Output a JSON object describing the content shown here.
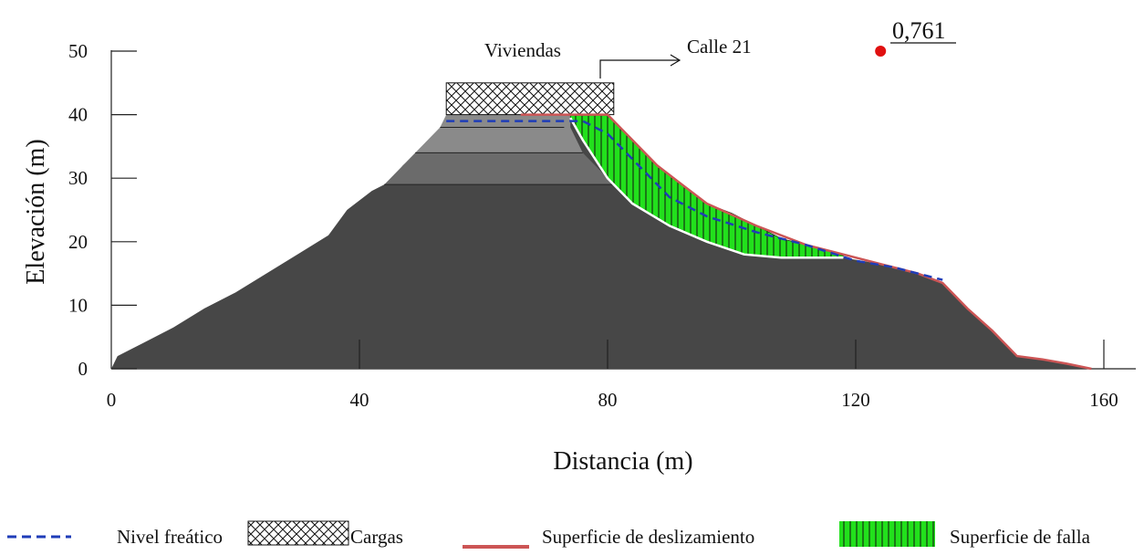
{
  "chart_data": {
    "type": "cross-section",
    "xlabel": "Distancia (m)",
    "ylabel": "Elevación (m)",
    "xlim": [
      0,
      160
    ],
    "ylim": [
      0,
      50
    ],
    "x_ticks": [
      "0",
      "40",
      "80",
      "120",
      "160"
    ],
    "y_ticks": [
      "0",
      "10",
      "20",
      "30",
      "40",
      "50"
    ],
    "annotations": {
      "viviendas": "Viviendas",
      "calle": "Calle 21",
      "safety_factor": "0,761"
    },
    "safety_factor_point": {
      "x": 124,
      "y": 50,
      "label": "0,761"
    },
    "terrain_profile": [
      [
        0,
        0
      ],
      [
        1,
        2
      ],
      [
        5,
        4
      ],
      [
        10,
        6.5
      ],
      [
        15,
        9.5
      ],
      [
        20,
        12
      ],
      [
        25,
        15
      ],
      [
        30,
        18
      ],
      [
        35,
        21
      ],
      [
        38,
        25
      ],
      [
        42,
        28
      ],
      [
        45,
        29.5
      ],
      [
        47,
        32
      ],
      [
        50,
        34.5
      ],
      [
        54,
        38.5
      ],
      [
        54,
        40
      ],
      [
        80,
        40
      ],
      [
        84,
        36
      ],
      [
        88,
        32
      ],
      [
        92,
        28
      ],
      [
        96,
        26
      ],
      [
        100,
        24.5
      ],
      [
        104,
        22.5
      ],
      [
        108,
        20.5
      ],
      [
        112,
        19.5
      ],
      [
        118,
        17.5
      ],
      [
        124,
        16.5
      ],
      [
        130,
        15
      ],
      [
        134,
        13.5
      ],
      [
        138,
        9.5
      ],
      [
        142,
        6
      ],
      [
        146,
        2
      ],
      [
        150,
        1.5
      ],
      [
        154,
        0.8
      ],
      [
        158,
        0
      ]
    ],
    "strata_lines": [
      {
        "x0": 53,
        "x1": 73,
        "y": 38
      },
      {
        "x0": 49,
        "x1": 76,
        "y": 34
      },
      {
        "x0": 44,
        "x1": 81,
        "y": 29
      }
    ],
    "failure_surface": [
      [
        74,
        39.5
      ],
      [
        76,
        36
      ],
      [
        80,
        30
      ],
      [
        84,
        26
      ],
      [
        90,
        22.5
      ],
      [
        96,
        20
      ],
      [
        102,
        18
      ],
      [
        108,
        17.5
      ],
      [
        114,
        17.5
      ],
      [
        118,
        17.5
      ]
    ],
    "water_table": [
      [
        54,
        39
      ],
      [
        76,
        39
      ],
      [
        80,
        37
      ],
      [
        84,
        33
      ],
      [
        90,
        27
      ],
      [
        96,
        24
      ],
      [
        104,
        21.5
      ],
      [
        112,
        19.5
      ],
      [
        120,
        17
      ],
      [
        126,
        16
      ],
      [
        134,
        14
      ]
    ],
    "slip_surface": [
      [
        66,
        40
      ],
      [
        80,
        40
      ],
      [
        84,
        36
      ],
      [
        88,
        32
      ],
      [
        92,
        29
      ],
      [
        96,
        26
      ],
      [
        104,
        22.5
      ],
      [
        112,
        19.5
      ],
      [
        118,
        18
      ],
      [
        124,
        16.5
      ],
      [
        130,
        15
      ],
      [
        134,
        13.5
      ],
      [
        138,
        9.5
      ],
      [
        142,
        6
      ],
      [
        146,
        2
      ],
      [
        150,
        1.5
      ],
      [
        154,
        0.8
      ],
      [
        158,
        0
      ]
    ],
    "loads": {
      "x0": 54,
      "x1": 81,
      "y0": 40,
      "y1": 45
    },
    "legend": [
      {
        "key": "water",
        "label": "Nivel freático"
      },
      {
        "key": "loads",
        "label": "Cargas"
      },
      {
        "key": "slip",
        "label": "Superficie de deslizamiento"
      },
      {
        "key": "fail",
        "label": "Superficie de falla"
      }
    ],
    "colors": {
      "terrain": "#474747",
      "stratum_upper": "#8a8a8a",
      "stratum_mid": "#6b6b6b",
      "failure_fill": "#22e01c",
      "water_line": "#1f3db8",
      "slip_line": "#cc5555",
      "point": "#e01010",
      "axis": "#222222"
    }
  }
}
